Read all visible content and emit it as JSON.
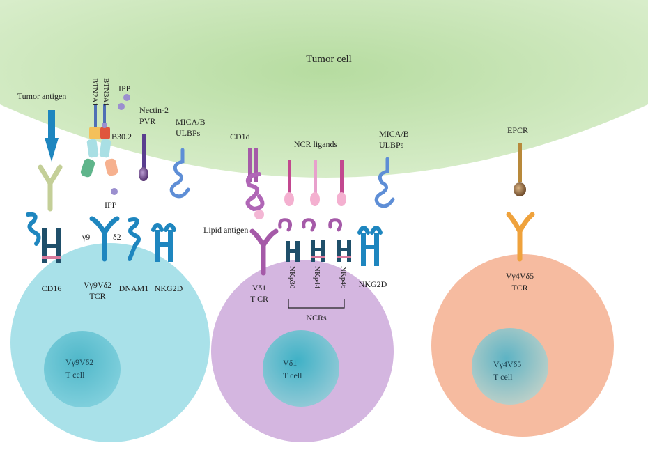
{
  "tumor_cell": {
    "label": "Tumor cell"
  },
  "tumor_labels": {
    "tumor_antigen": "Tumor antigen",
    "btn2a1": "BTN2A1",
    "btn3a1": "BTN3A1",
    "ipp_top": "IPP",
    "b30_2": "B30.2",
    "ipp_bottom": "IPP",
    "nectin_1": "Nectin-2",
    "nectin_2": "PVR",
    "mica1_1": "MICA/B",
    "mica1_2": "ULBPs",
    "cd1d": "CD1d",
    "ncr_ligands": "NCR ligands",
    "mica2_1": "MICA/B",
    "mica2_2": "ULBPs",
    "epcr": "EPCR",
    "lipid_antigen": "Lipid antigen"
  },
  "cell1": {
    "cd16": "CD16",
    "gamma9": "γ9",
    "delta2": "δ2",
    "tcr_1": "Vγ9Vδ2",
    "tcr_2": "TCR",
    "dnam1": "DNAM1",
    "nkg2d": "NKG2D",
    "nucleus_1": "Vγ9Vδ2",
    "nucleus_2": "T cell"
  },
  "cell2": {
    "tcr_1": "Vδ1",
    "tcr_2": "T CR",
    "nkp30": "NKp30",
    "nkp44": "NKp44",
    "nkp46": "NKp46",
    "nkg2d": "NKG2D",
    "ncrs": "NCRs",
    "nucleus_1": "Vδ1",
    "nucleus_2": "T cell"
  },
  "cell3": {
    "tcr_1": "Vγ4Vδ5",
    "tcr_2": "TCR",
    "nucleus_1": "Vγ4Vδ5",
    "nucleus_2": "T cell"
  },
  "colors": {
    "tumor": "#c9e6b6",
    "cell1": "#a6e0e8",
    "cell2": "#d3b3df",
    "cell3": "#f6b99d",
    "receptor_blue": "#1e86bf",
    "ligand_purple": "#a55aa8",
    "ligand_pink": "#e78dc4",
    "epcr_brown": "#b8893a",
    "tcr_orange": "#efa23c"
  }
}
